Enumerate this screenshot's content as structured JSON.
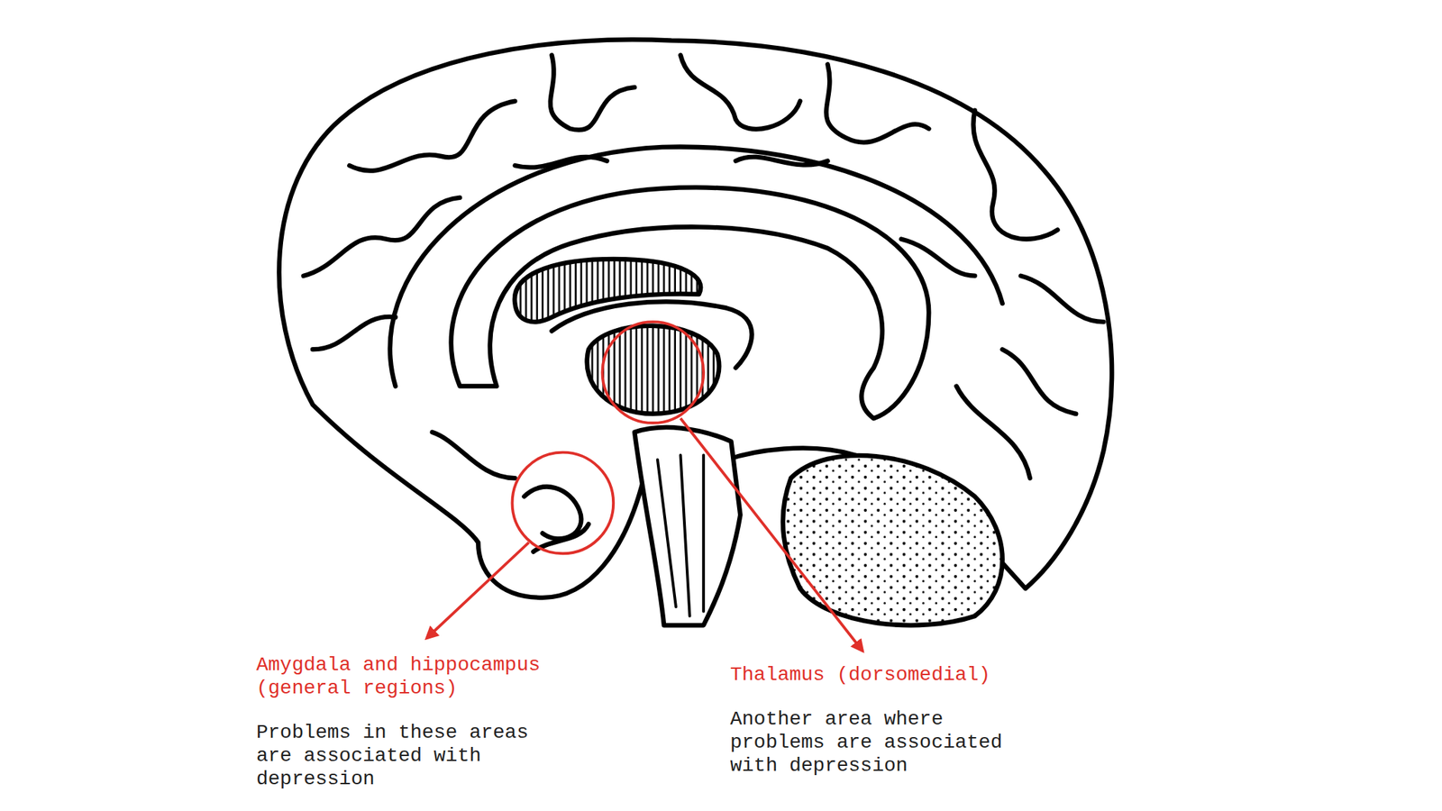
{
  "diagram": {
    "labels": [
      "Amygdala and hippocampus (general regions)",
      "Problems in these areas are associated with depression",
      "Thalamus (dorsomedial)",
      "Another area where problems are associated with depression"
    ]
  }
}
